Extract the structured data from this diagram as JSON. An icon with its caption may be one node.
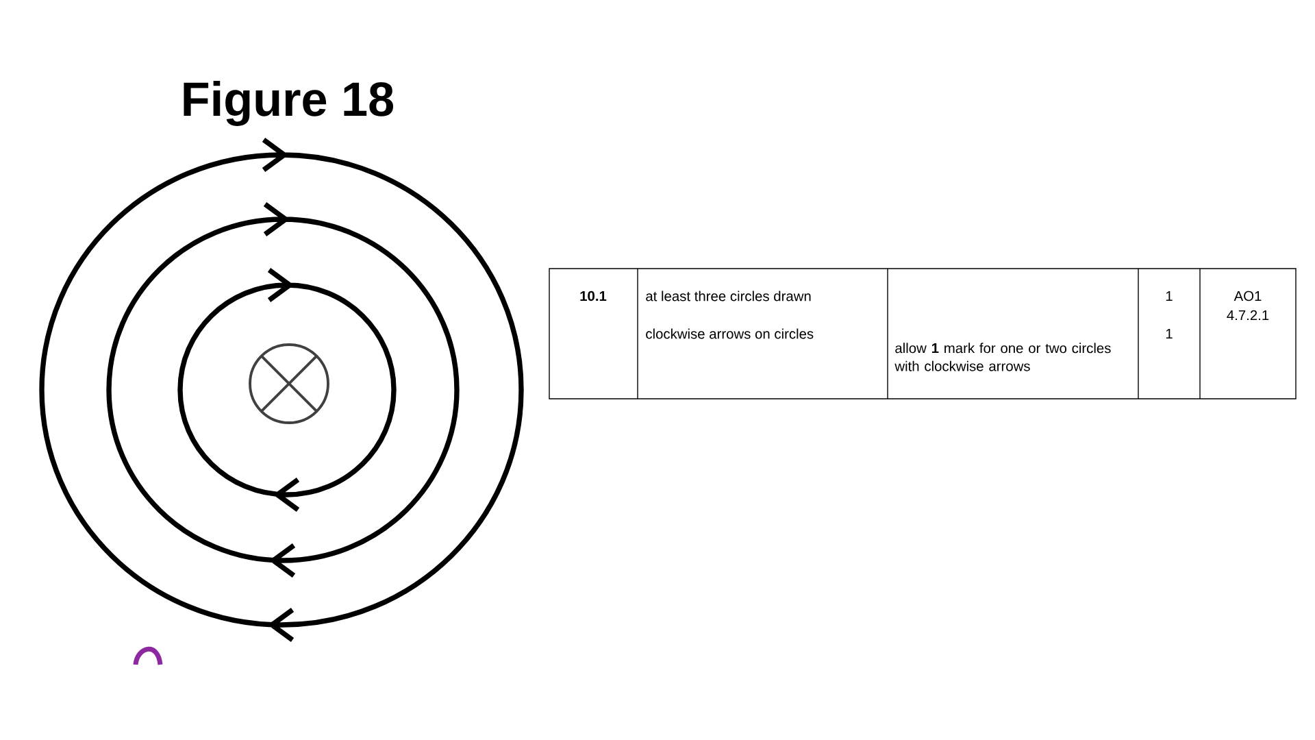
{
  "diagram": {
    "title": "Figure 18",
    "labels": [
      "10.1",
      "at least three circles drawn",
      "clockwise arrows on circles",
      "allow **1** mark for one or two circles with clockwise arrows",
      "1",
      "1",
      "AO1",
      "4.7.2.1"
    ]
  }
}
